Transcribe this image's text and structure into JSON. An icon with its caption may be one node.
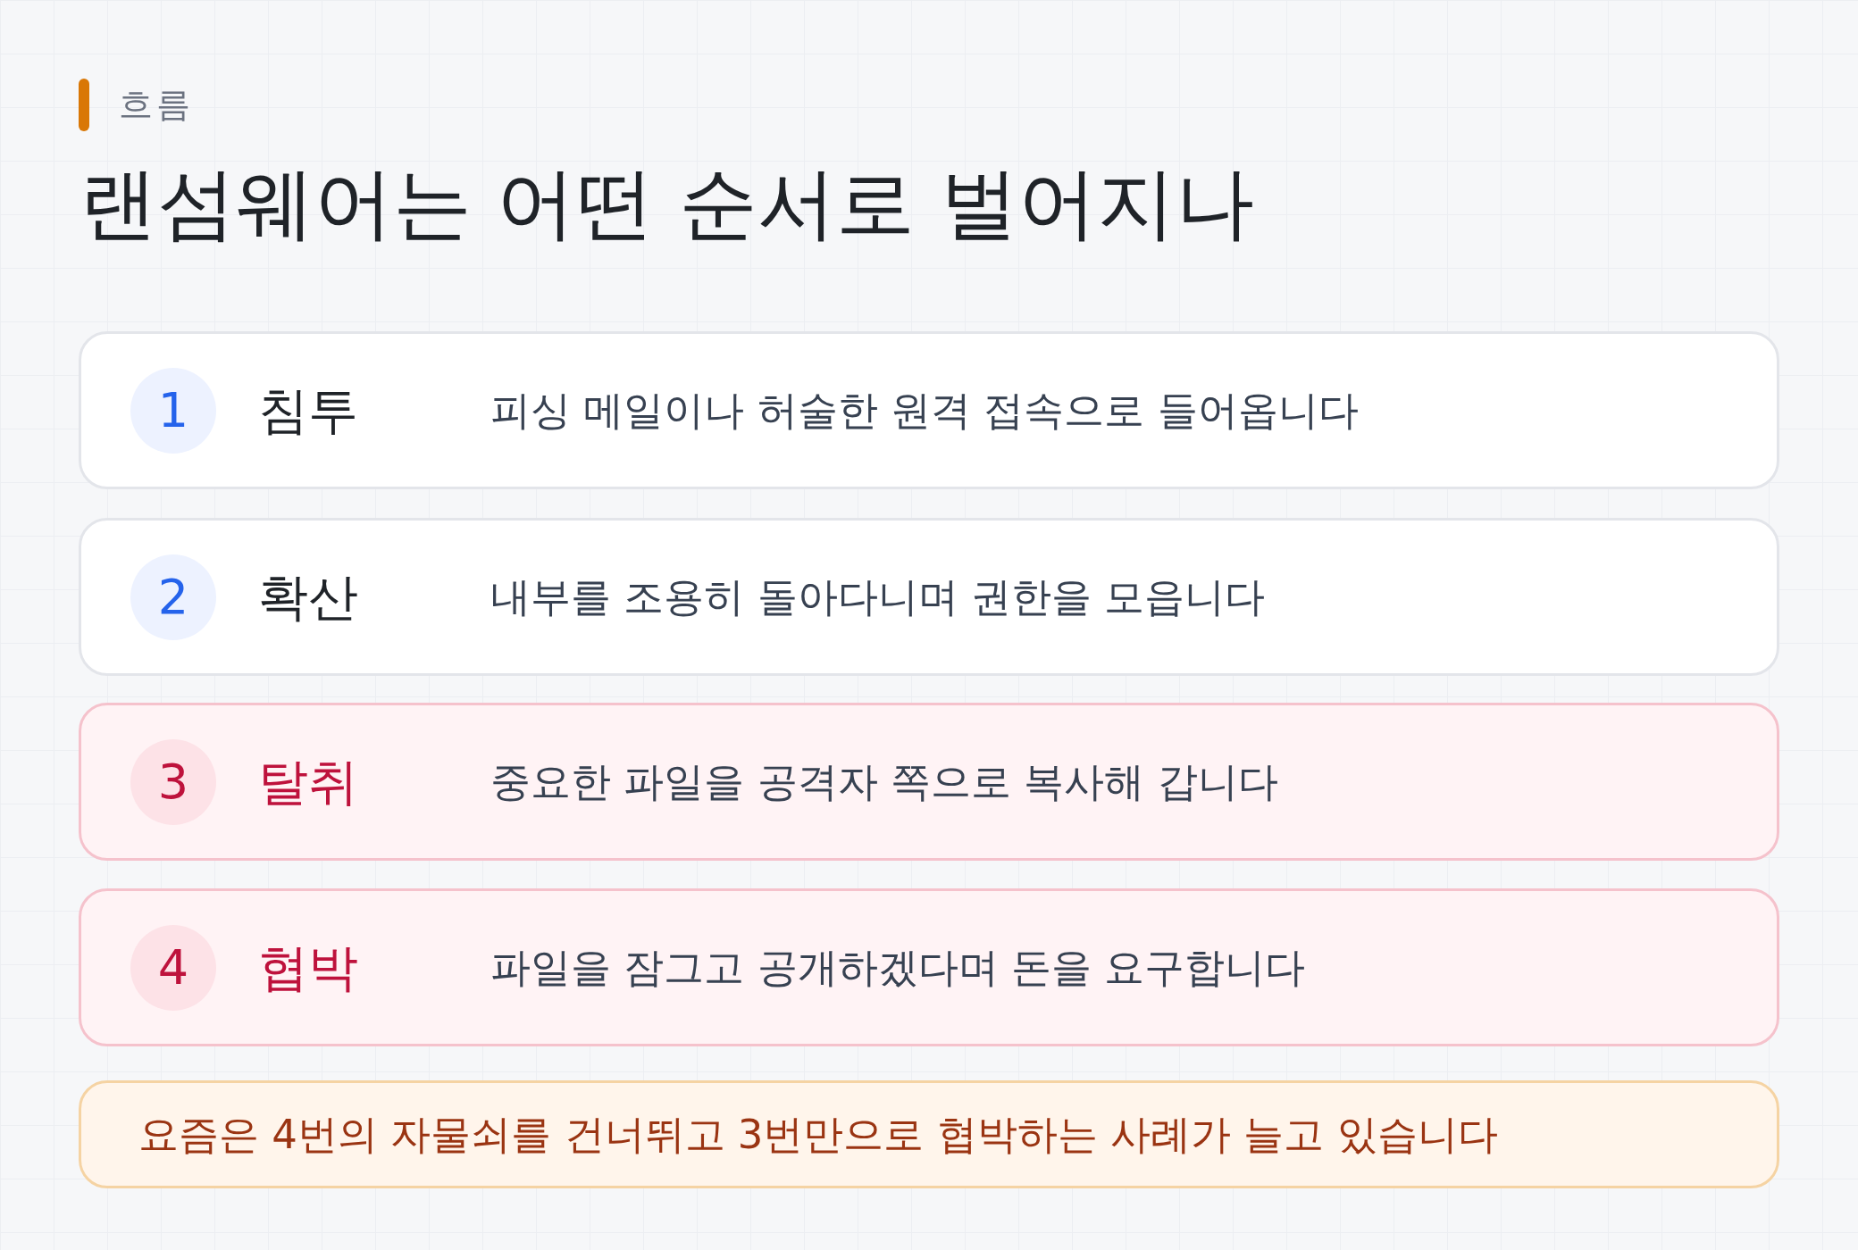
{
  "diagram": {
    "title": "랜섬웨어는 어떤 순서로 벌어지나",
    "nodes": [
      {
        "text": [
          "침투",
          "피싱 메일이나 허술한 원격 접속으로 들어옵니다"
        ]
      },
      {
        "text": [
          "1"
        ],
        "in": 0
      },
      {
        "text": [
          "확산",
          "내부를 조용히 돌아다니며 권한을 모읍니다"
        ]
      },
      {
        "text": [
          "2"
        ],
        "in": 2
      },
      {
        "text": [
          "탈취",
          "중요한 파일을 공격자 쪽으로 복사해 갑니다"
        ]
      },
      {
        "text": [
          "3"
        ],
        "in": 4
      },
      {
        "text": [
          "협박",
          "파일을 잠그고 공개하겠다며 돈을 요구합니다"
        ]
      },
      {
        "text": [
          "4"
        ],
        "in": 6
      },
      {
        "text": [
          "요즘은 4번의 자물쇠를 건너뛰고 3번만으로 협박하는 사례가 늘고 있습니다"
        ]
      }
    ],
    "labels": [
      "흐름"
    ]
  }
}
